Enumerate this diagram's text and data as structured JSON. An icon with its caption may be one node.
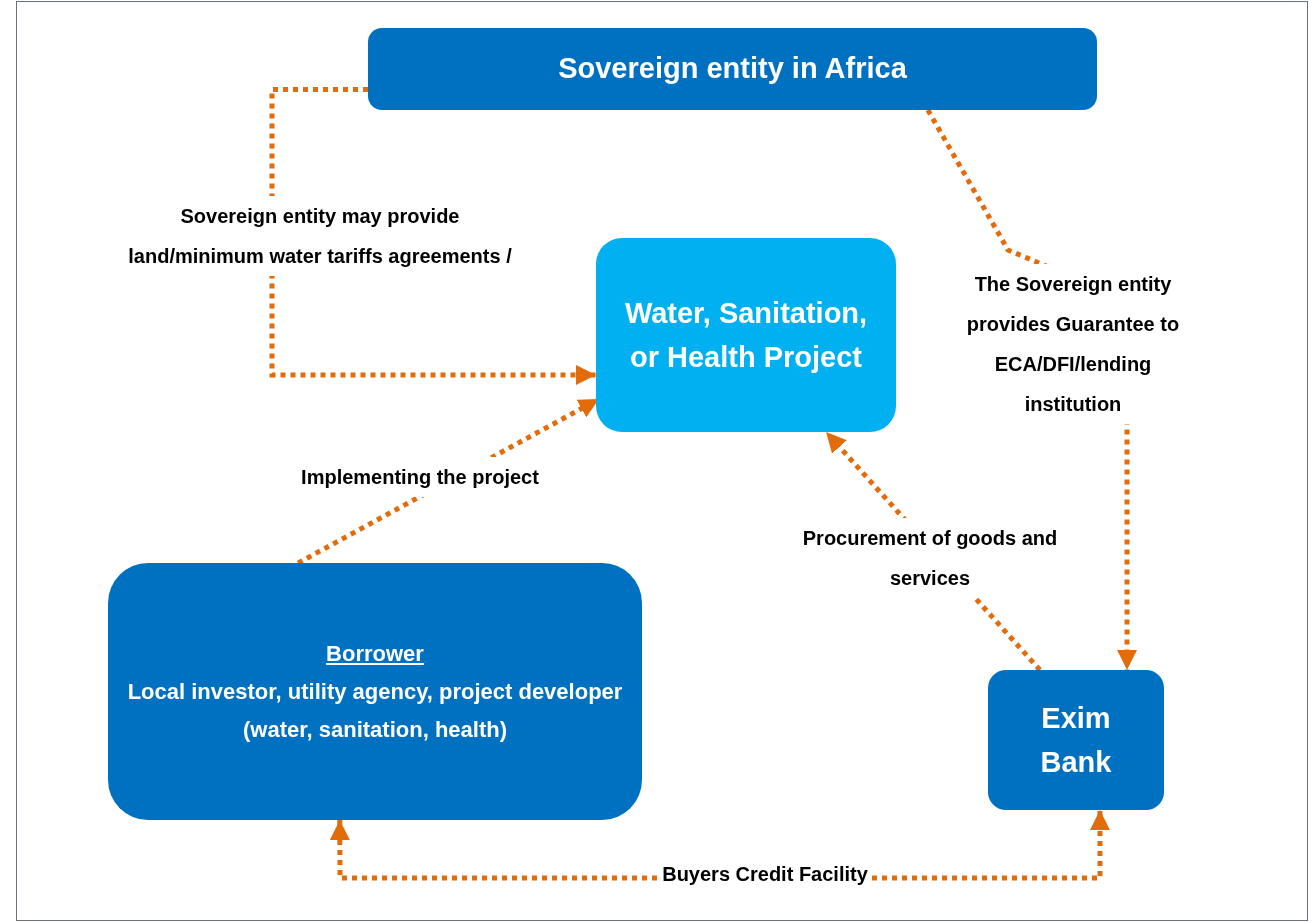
{
  "diagram": {
    "nodes": [
      {
        "text": [
          "Sovereign entity in Africa"
        ]
      },
      {
        "text": [
          "Water, Sanitation, or Health Project"
        ]
      },
      {
        "text": [
          "Borrower",
          "Local investor, utility agency, project developer (water, sanitation, health)"
        ]
      },
      {
        "text": [
          "Exim Bank"
        ]
      }
    ],
    "edges": [
      {
        "from": 0,
        "to": 1,
        "arrow": "to",
        "style": "dashed",
        "label": "Sovereign entity may provide land/minimum water tariffs agreements /"
      },
      {
        "from": 2,
        "to": 1,
        "arrow": "to",
        "style": "dashed",
        "label": "Implementing the project"
      },
      {
        "from": 0,
        "to": 3,
        "arrow": "to",
        "style": "dashed",
        "label": "The Sovereign entity provides Guarantee to ECA/DFI/lending institution"
      },
      {
        "from": 3,
        "to": 1,
        "arrow": "to",
        "style": "dashed",
        "label": "Procurement of goods and services"
      },
      {
        "from": 2,
        "to": 3,
        "arrow": "both",
        "style": "dashed",
        "label": "Buyers Credit Facility"
      }
    ]
  }
}
